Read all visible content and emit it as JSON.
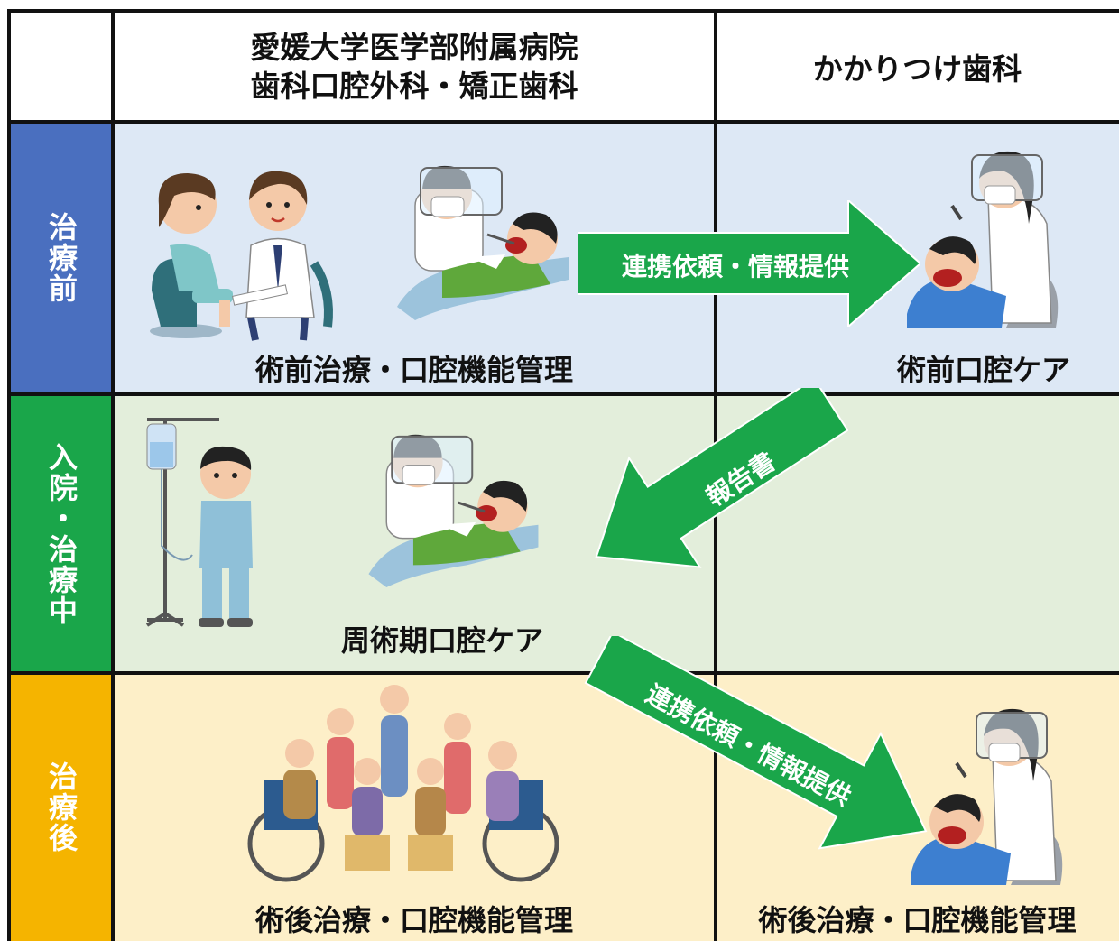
{
  "header": {
    "col1_line1": "愛媛大学医学部附属病院",
    "col1_line2": "歯科口腔外科・矯正歯科",
    "col2": "かかりつけ歯科"
  },
  "rows": [
    {
      "label": "治療前",
      "color": "#4a6fbf",
      "bg": "#dde8f5"
    },
    {
      "label": "入院・治療中",
      "color": "#1aa64a",
      "bg": "#e3eedb"
    },
    {
      "label": "治療後",
      "color": "#f5b400",
      "bg": "#fdefc8"
    }
  ],
  "captions": {
    "pre_hospital": "術前治療・口腔機能管理",
    "pre_clinic": "術前口腔ケア",
    "during_hospital": "周術期口腔ケア",
    "post_hospital": "術後治療・口腔機能管理",
    "post_clinic": "術後治療・口腔機能管理"
  },
  "arrows": {
    "referral1": "連携依頼・情報提供",
    "report": "報告書",
    "referral2": "連携依頼・情報提供",
    "color": "#1aa64a"
  },
  "icons": [
    "doctor-consultation-illustration",
    "dentist-treatment-illustration",
    "hygienist-care-illustration",
    "iv-patient-illustration",
    "elderly-group-illustration"
  ]
}
